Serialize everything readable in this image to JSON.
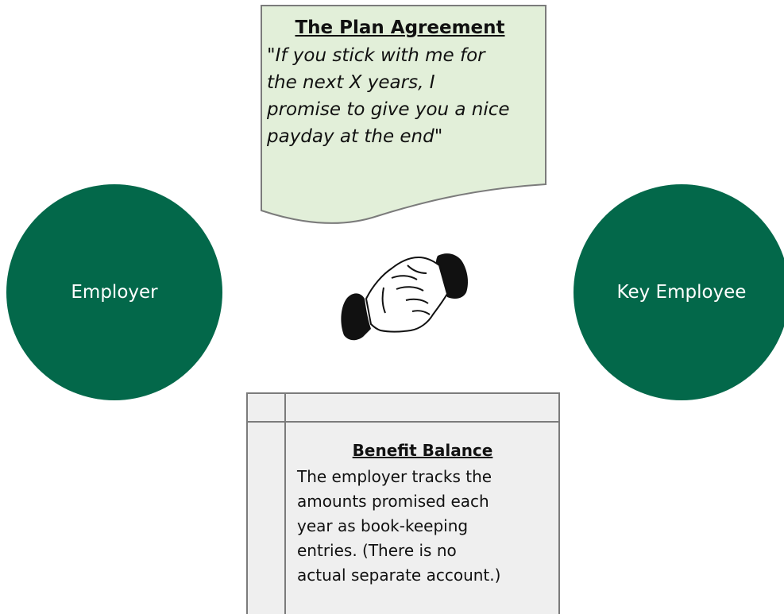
{
  "nodes": {
    "employer": "Employer",
    "employee": "Key Employee"
  },
  "agreement": {
    "title": "The Plan Agreement",
    "quote_lines": [
      "\"If you stick with me for",
      "the next X years, I",
      "promise to give you a nice",
      "payday at the end\""
    ]
  },
  "ledger": {
    "title": "Benefit Balance",
    "body_lines": [
      "The employer tracks the",
      "amounts promised each",
      "year as book-keeping",
      "entries. (There is no",
      "actual separate account.)"
    ]
  },
  "icons": {
    "handshake": "handshake-icon"
  },
  "colors": {
    "node_fill": "#03684a",
    "note_fill": "#e2efd9",
    "ledger_fill": "#efefef"
  }
}
